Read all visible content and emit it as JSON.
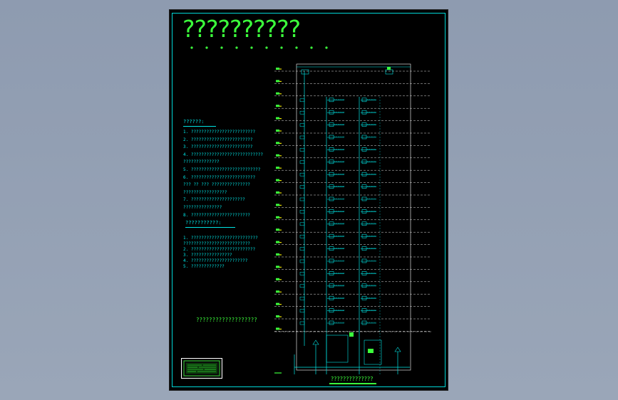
{
  "drawing": {
    "title": "??????????",
    "bottom_caption": "??????????????",
    "notes_block_1": {
      "heading": "??????:",
      "lines": [
        "1. ?????????????????????????",
        "2. ????????????????????????",
        "3. ????????????????????????",
        "4. ????????????????????????????",
        "   ??????????????",
        "5. ???????????????????????????",
        "6. ?????????????????????????",
        "   ??? ??  ??? ???????????????",
        "   ?????????????????",
        "7. ?????????????????????",
        "   ???????????????",
        "8. ???????????????????????"
      ]
    },
    "notes_block_2": {
      "heading": "???????????:",
      "lines": [
        "1. ??????????????????????????",
        "   ??????????????????????????",
        "2. ?????????????????????????",
        "3. ????????????????",
        "4. ??????????????????????",
        "5. ?????????????"
      ]
    },
    "mid_caption": "???????????????????",
    "colors": {
      "frame": "#00d7d7",
      "text_green": "#3cff3c",
      "line_cyan": "#00e5e5",
      "accent_yellow": "#e5e500"
    }
  }
}
